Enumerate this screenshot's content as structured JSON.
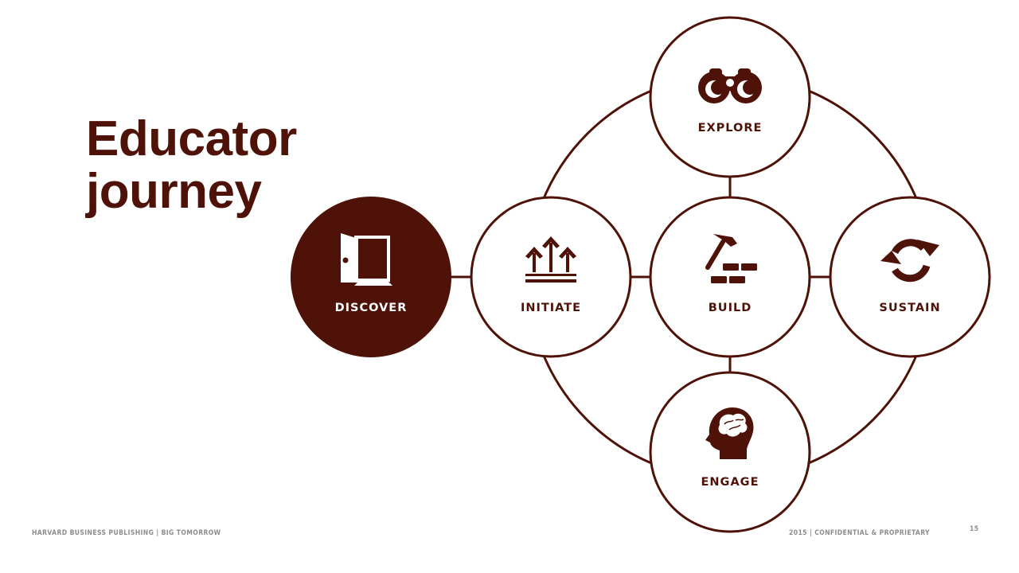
{
  "title": {
    "line1": "Educator",
    "line2": "journey"
  },
  "nodes": {
    "discover": {
      "label": "DISCOVER",
      "icon": "door-icon",
      "active": true
    },
    "initiate": {
      "label": "INITIATE",
      "icon": "up-arrows-icon",
      "active": false
    },
    "build": {
      "label": "BUILD",
      "icon": "hammer-bricks-icon",
      "active": false
    },
    "sustain": {
      "label": "SUSTAIN",
      "icon": "cycle-arrows-icon",
      "active": false
    },
    "explore": {
      "label": "EXPLORE",
      "icon": "binoculars-icon",
      "active": false
    },
    "engage": {
      "label": "ENGAGE",
      "icon": "head-brain-icon",
      "active": false
    }
  },
  "footer": {
    "left": "HARVARD BUSINESS PUBLISHING | BIG TOMORROW",
    "right": "2015 | CONFIDENTIAL & PROPRIETARY",
    "page": "15"
  },
  "colors": {
    "primary": "#4f1208",
    "background": "#ffffff",
    "footer": "#8c8c8c"
  }
}
